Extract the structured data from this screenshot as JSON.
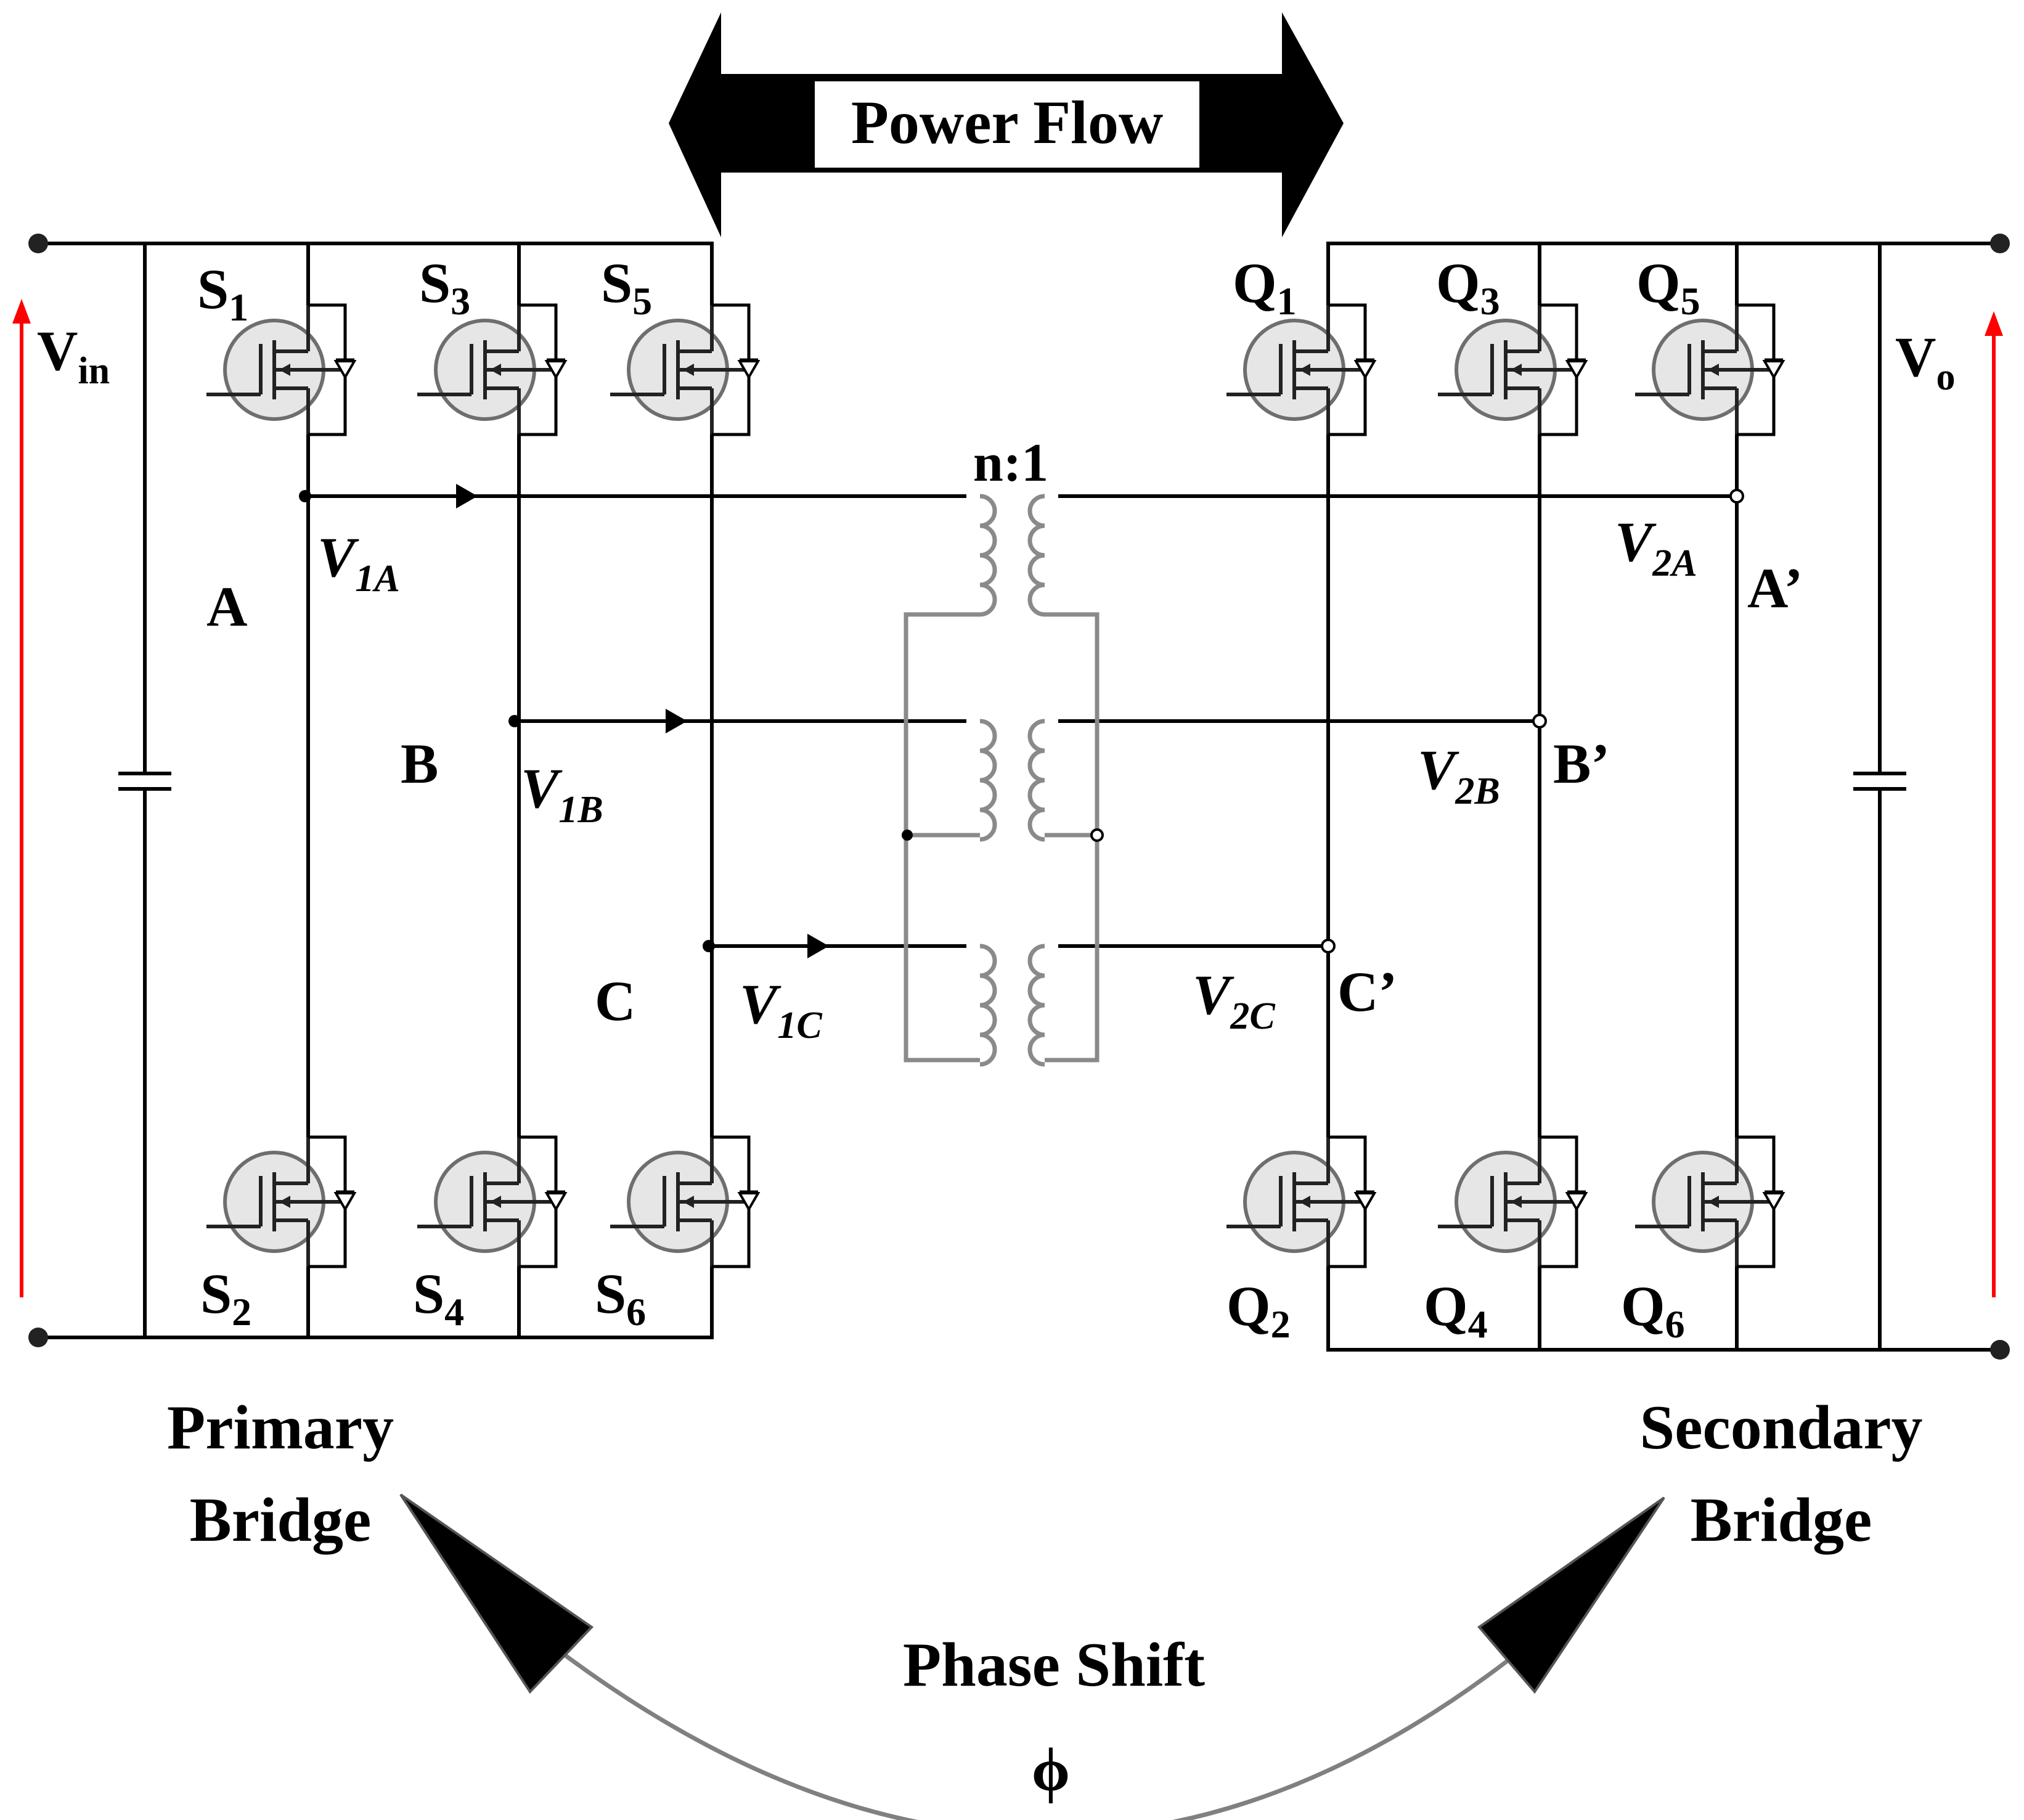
{
  "banner": {
    "power_flow": "Power Flow"
  },
  "transformer": {
    "ratio": "n:1"
  },
  "primary": {
    "label_line1": "Primary",
    "label_line2": "Bridge",
    "voltage": {
      "main": "V",
      "sub": "in"
    },
    "legs": [
      "A",
      "B",
      "C"
    ],
    "phase_voltages": [
      {
        "main": "V",
        "sub": "1A"
      },
      {
        "main": "V",
        "sub": "1B"
      },
      {
        "main": "V",
        "sub": "1C"
      }
    ],
    "upper_switches": [
      {
        "main": "S",
        "sub": "1"
      },
      {
        "main": "S",
        "sub": "3"
      },
      {
        "main": "S",
        "sub": "5"
      }
    ],
    "lower_switches": [
      {
        "main": "S",
        "sub": "2"
      },
      {
        "main": "S",
        "sub": "4"
      },
      {
        "main": "S",
        "sub": "6"
      }
    ]
  },
  "secondary": {
    "label_line1": "Secondary",
    "label_line2": "Bridge",
    "voltage": {
      "main": "V",
      "sub": "o"
    },
    "legs": [
      "A’",
      "B’",
      "C’"
    ],
    "phase_voltages": [
      {
        "main": "V",
        "sub": "2A"
      },
      {
        "main": "V",
        "sub": "2B"
      },
      {
        "main": "V",
        "sub": "2C"
      }
    ],
    "upper_switches": [
      {
        "main": "Q",
        "sub": "1"
      },
      {
        "main": "Q",
        "sub": "3"
      },
      {
        "main": "Q",
        "sub": "5"
      }
    ],
    "lower_switches": [
      {
        "main": "Q",
        "sub": "2"
      },
      {
        "main": "Q",
        "sub": "4"
      },
      {
        "main": "Q",
        "sub": "6"
      }
    ]
  },
  "phase_shift": {
    "label": "Phase Shift",
    "symbol": "ϕ"
  },
  "colors": {
    "voltage_arrow": "#ff0000",
    "coil": "#8a8a8a",
    "switch_fill": "#e6e6e6"
  }
}
